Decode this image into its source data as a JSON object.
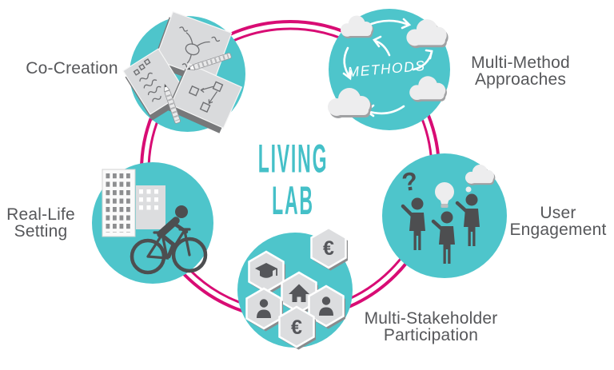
{
  "title": {
    "line1": "LIVING",
    "line2": "LAB"
  },
  "nodes": [
    {
      "id": "co-creation",
      "line1": "Co-Creation",
      "line2": ""
    },
    {
      "id": "multi-method",
      "line1": "Multi-Method",
      "line2": "Approaches",
      "center_text": "METHODS"
    },
    {
      "id": "real-life",
      "line1": "Real-Life",
      "line2": "Setting"
    },
    {
      "id": "user-engagement",
      "line1": "User",
      "line2": "Engagement"
    },
    {
      "id": "multi-stakeholder",
      "line1": "Multi-Stakeholder",
      "line2": "Participation"
    }
  ],
  "symbols": {
    "euro": "€",
    "question_mark": "?"
  },
  "colors": {
    "teal": "#4ec5cb",
    "pink": "#d80c74",
    "label_text": "#56575a",
    "title_teal": "#45c0c8",
    "icon_gray": "#d9dadc",
    "icon_dark": "#4d4e50"
  }
}
